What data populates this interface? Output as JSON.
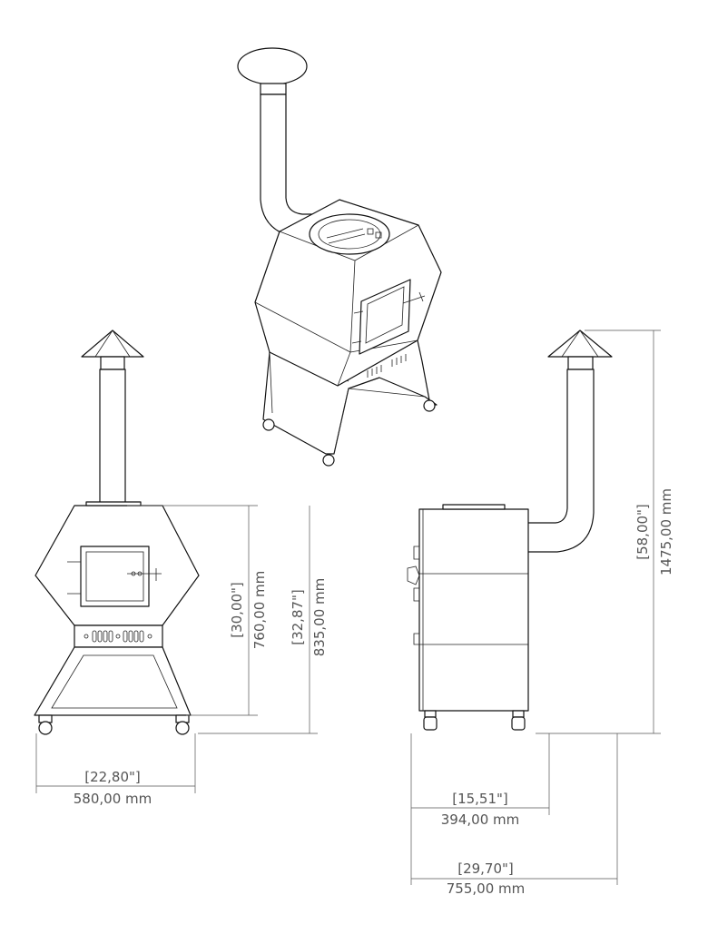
{
  "dimensions": {
    "front_width": {
      "inch": "[22,80\"]",
      "mm": "580,00 mm"
    },
    "front_height_body": {
      "inch": "[30,00\"]",
      "mm": "760,00 mm"
    },
    "front_height_total": {
      "inch": "[32,87\"]",
      "mm": "835,00 mm"
    },
    "side_depth": {
      "inch": "[15,51\"]",
      "mm": "394,00 mm"
    },
    "side_total_width": {
      "inch": "[29,70\"]",
      "mm": "755,00 mm"
    },
    "overall_height": {
      "inch": "[58,00\"]",
      "mm": "1475,00 mm"
    }
  },
  "views": [
    "isometric-view",
    "front-view",
    "side-view"
  ],
  "colors": {
    "line": "#111111",
    "dimension": "#555555",
    "background": "#ffffff"
  }
}
